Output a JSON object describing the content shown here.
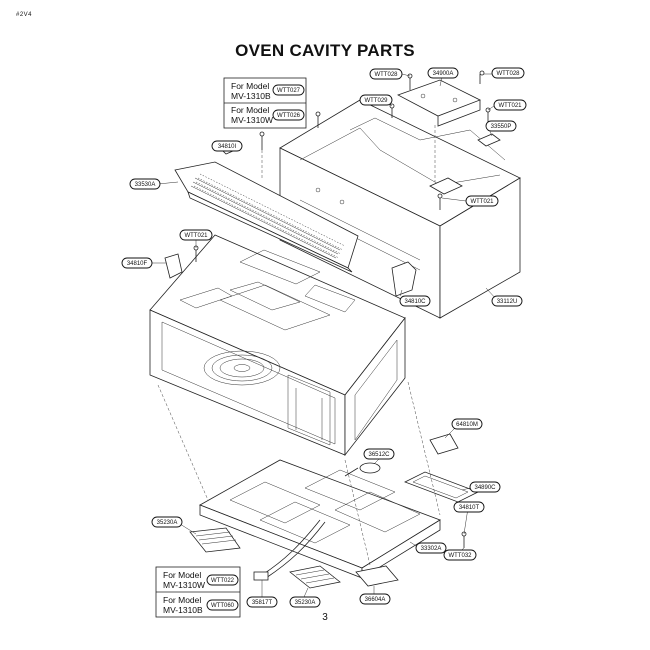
{
  "header": {
    "code": "#2V4"
  },
  "title": "OVEN CAVITY PARTS",
  "page_number": "3",
  "model_boxes": [
    {
      "rows": [
        {
          "model": "For Model\nMV-1310B",
          "code": "WTT027"
        },
        {
          "model": "For Model\nMV-1310W",
          "code": "WTT026"
        }
      ]
    },
    {
      "rows": [
        {
          "model": "For Model\nMV-1310W",
          "code": "WTT022"
        },
        {
          "model": "For Model\nMV-1310B",
          "code": "WTT060"
        }
      ]
    }
  ],
  "callouts": {
    "wtt028_top": "WTT028",
    "p34900a": "34900A",
    "wtt026_right": "WTT028",
    "wtt029": "WTT029",
    "wtt021_top_right": "WTT021",
    "p33550p": "33550P",
    "p34810i": "34810I",
    "p33530a": "33530A",
    "wtt021_mid_right": "WTT021",
    "wtt021_left": "WTT021",
    "p34810f": "34810F",
    "p34810c": "34810C",
    "p33112u": "33112U",
    "p64810m": "64810M",
    "p36512c": "36512C",
    "p34890c": "34890C",
    "p34810t": "34810T",
    "p35230a_left": "35230A",
    "p33302a": "33302A",
    "wtt032": "WTT032",
    "p35217": "35817T",
    "p35230a_bottom": "35230A",
    "p36604a": "36604A"
  },
  "colors": {
    "ink": "#111111",
    "paper": "#ffffff"
  }
}
